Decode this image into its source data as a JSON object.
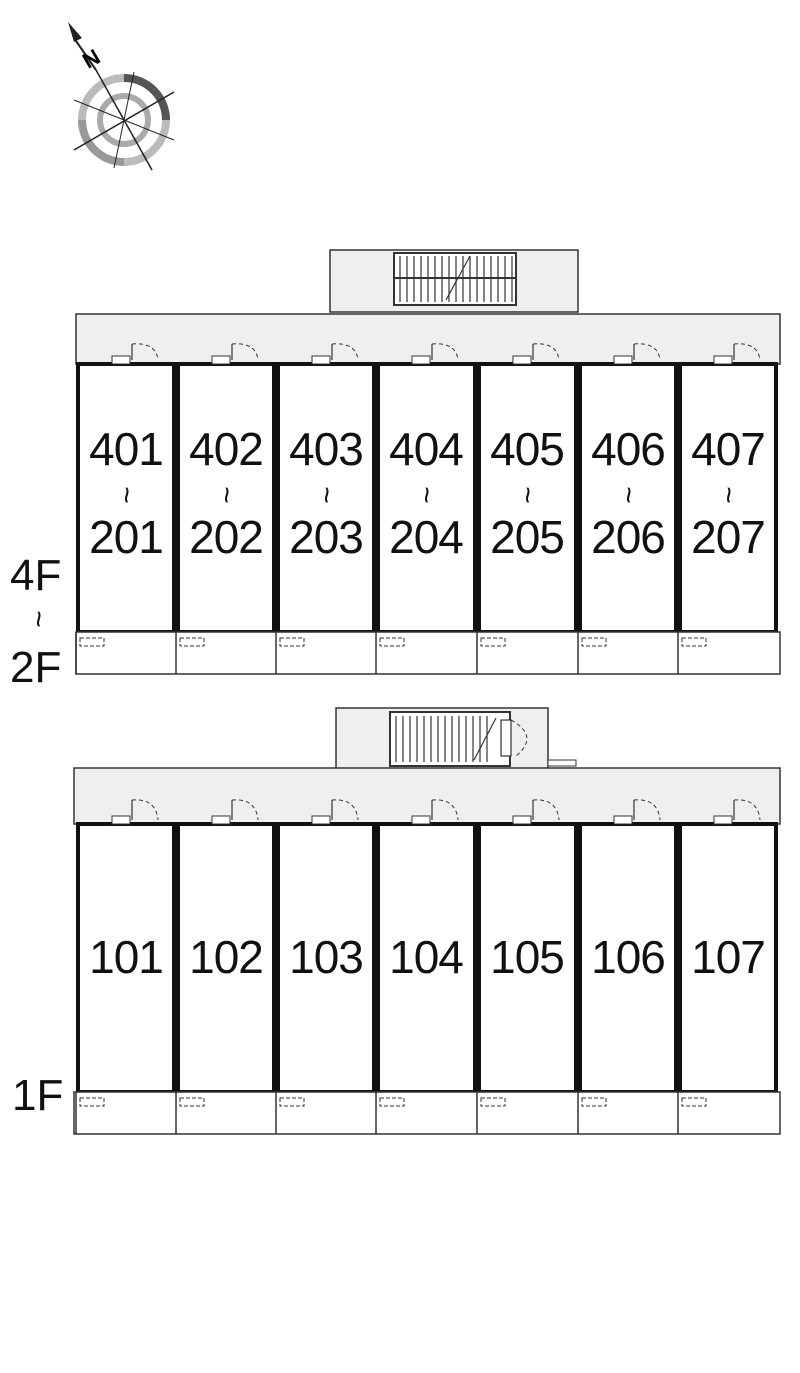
{
  "compass": {
    "north_label": "N",
    "icon": "compass-rose-icon"
  },
  "upper_block": {
    "floor_label_top": "4F",
    "floor_label_sep": "~",
    "floor_label_bottom": "2F",
    "units_top": [
      "401",
      "402",
      "403",
      "404",
      "405",
      "406",
      "407"
    ],
    "units_bottom": [
      "201",
      "202",
      "203",
      "204",
      "205",
      "206",
      "207"
    ],
    "range_sep": "~"
  },
  "lower_block": {
    "floor_label": "1F",
    "units": [
      "101",
      "102",
      "103",
      "104",
      "105",
      "106",
      "107"
    ]
  },
  "colors": {
    "corridor": "#efefef",
    "wall": "#111111",
    "line": "#333333"
  }
}
